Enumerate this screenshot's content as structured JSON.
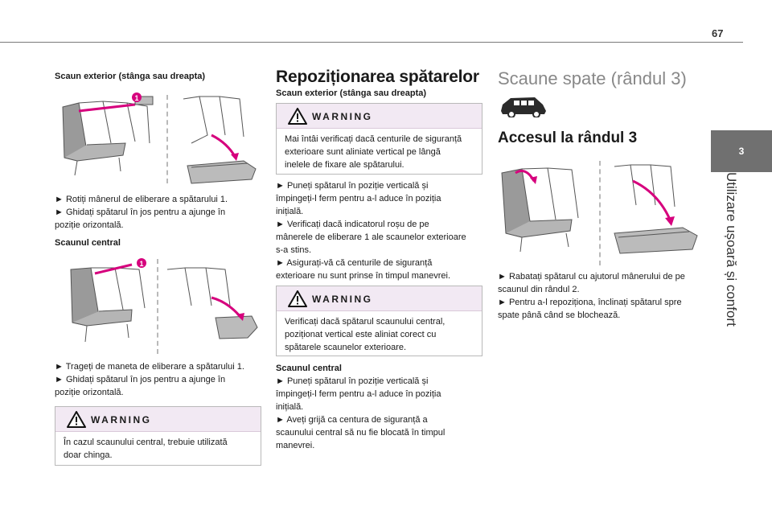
{
  "page": {
    "number": "67"
  },
  "side_tab": {
    "number": "3",
    "label": "Utilizare ușoară și confort"
  },
  "col1": {
    "heading": "Scaun exterior (stânga sau dreapta)",
    "steps1": [
      "► Rotiți mânerul de eliberare a spătarului 1.",
      "► Ghidați spătarul în jos pentru a ajunge în",
      "poziție orizontală."
    ],
    "heading2": "Scaunul central",
    "steps2": [
      "► Trageți de maneta de eliberare a spătarului 1.",
      "► Ghidați spătarul în jos pentru a ajunge în",
      "poziție orizontală."
    ],
    "warning": {
      "title": "WARNING",
      "text": [
        "În cazul scaunului central, trebuie utilizată",
        "doar chinga."
      ]
    },
    "marker": "1"
  },
  "col2": {
    "title": "Repoziționarea spătarelor",
    "subtitle": "Scaun exterior (stânga sau dreapta)",
    "warning1": {
      "title": "WARNING",
      "text": [
        "Mai întâi verificați dacă centurile de siguranță",
        "exterioare sunt aliniate vertical pe lângă",
        "inelele de fixare ale spătarului."
      ]
    },
    "steps": [
      "► Puneți spătarul în poziție verticală și",
      "împingeți-l ferm pentru a-l aduce în poziția",
      "inițială.",
      "► Verificați dacă indicatorul roșu de pe",
      "mânerele de eliberare 1 ale scaunelor exterioare",
      "s-a stins.",
      "► Asigurați-vă că centurile de siguranță",
      "exterioare nu sunt prinse în timpul manevrei."
    ],
    "warning2": {
      "title": "WARNING",
      "text": [
        "Verificați dacă spătarul scaunului central,",
        "poziționat vertical este aliniat corect cu",
        "spătarele scaunelor exterioare."
      ]
    },
    "heading2": "Scaunul central",
    "steps2": [
      "► Puneți spătarul în poziție verticală și",
      "împingeți-l ferm pentru a-l aduce în poziția",
      "inițială.",
      "► Aveți grijă ca centura de siguranță a",
      "scaunului central să nu fie blocată în timpul",
      "manevrei."
    ]
  },
  "col3": {
    "title": "Scaune spate (rândul 3)",
    "heading": "Accesul la rândul 3",
    "steps": [
      "► Rabatați spătarul cu ajutorul mânerului de pe",
      "scaunul din rândul 2.",
      "► Pentru a-l repoziționa, înclinați spătarul spre",
      "spate până când se blochează."
    ]
  },
  "colors": {
    "accent": "#d6007d",
    "warning_bg": "#f2e9f3",
    "tab_bg": "#707070"
  }
}
